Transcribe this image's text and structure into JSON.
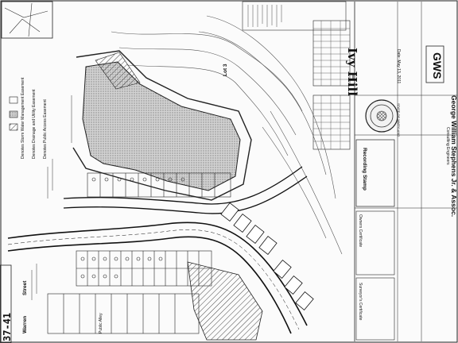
{
  "title_block": {
    "project": "Ivy Hill",
    "consultant": "George William Stephens Jr. & Assoc.",
    "consultant_sub": "Consulting Engineers",
    "logo_text": "GWS",
    "date": "Date: May 13, 2011"
  },
  "recording": {
    "stamp_label": "Recording Stamp",
    "owner_cert": "Owners Certificate",
    "surveyor_cert": "Surveyor's Certificate"
  },
  "seal": {
    "text": "STATE OF MARYLAND"
  },
  "plat": {
    "page_ref": "37-41",
    "street_warren": "Warren",
    "street_label": "Street",
    "public_alley": "Public Alley",
    "lot_label": "Lot 3",
    "legend_1": "Denotes Storm Water Management Easement",
    "legend_2": "Denotes Drainage and Utility Easement",
    "legend_3": "Denotes Public Access Easement"
  },
  "colors": {
    "ink": "#111111",
    "hatch": "#6e6e6e",
    "paper": "#fbfbfb"
  }
}
